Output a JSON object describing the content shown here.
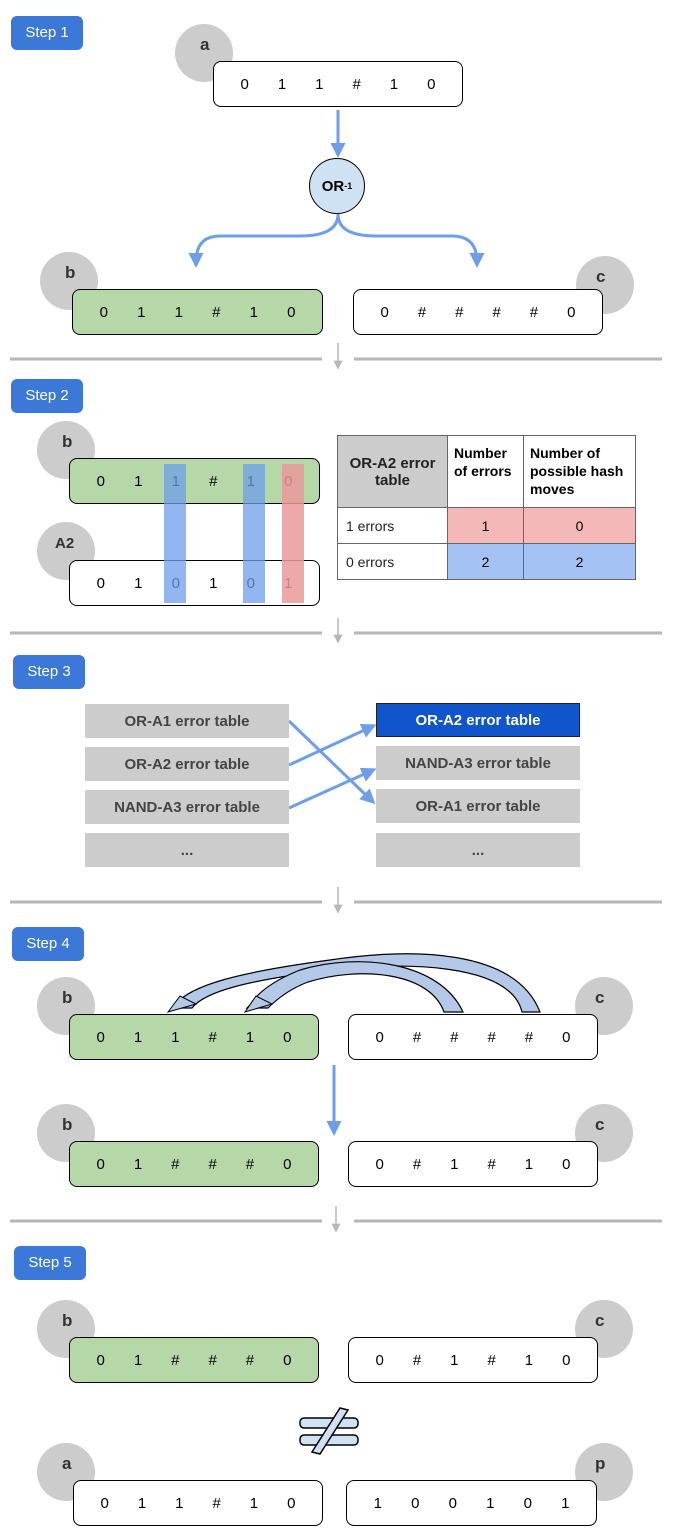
{
  "steps": [
    "Step 1",
    "Step 2",
    "Step 3",
    "Step 4",
    "Step 5"
  ],
  "labels": {
    "a": "a",
    "b": "b",
    "c": "c",
    "a2": "A2",
    "p": "p"
  },
  "operator": {
    "base": "OR",
    "exponent": "-1"
  },
  "step1": {
    "a": [
      "0",
      "1",
      "1",
      "#",
      "1",
      "0"
    ],
    "b": [
      "0",
      "1",
      "1",
      "#",
      "1",
      "0"
    ],
    "c": [
      "0",
      "#",
      "#",
      "#",
      "#",
      "0"
    ]
  },
  "step2": {
    "b": [
      "0",
      "1",
      "1",
      "#",
      "1",
      "0"
    ],
    "a2": [
      "0",
      "1",
      "0",
      "1",
      "0",
      "1"
    ],
    "table": {
      "title": "OR-A2 error table",
      "col1": "Number of errors",
      "col2": "Number of possible hash moves",
      "rows": [
        {
          "label": "1 errors",
          "errors": "1",
          "moves": "0"
        },
        {
          "label": "0 errors",
          "errors": "2",
          "moves": "2"
        }
      ]
    }
  },
  "step3": {
    "left": [
      "OR-A1 error table",
      "OR-A2 error table",
      "NAND-A3 error table",
      "..."
    ],
    "right": [
      "OR-A2 error table",
      "NAND-A3 error table",
      "OR-A1 error table",
      "..."
    ]
  },
  "step4": {
    "b_before": [
      "0",
      "1",
      "1",
      "#",
      "1",
      "0"
    ],
    "c_before": [
      "0",
      "#",
      "#",
      "#",
      "#",
      "0"
    ],
    "b_after": [
      "0",
      "1",
      "#",
      "#",
      "#",
      "0"
    ],
    "c_after": [
      "0",
      "#",
      "1",
      "#",
      "1",
      "0"
    ]
  },
  "step5": {
    "b": [
      "0",
      "1",
      "#",
      "#",
      "#",
      "0"
    ],
    "c": [
      "0",
      "#",
      "1",
      "#",
      "1",
      "0"
    ],
    "a": [
      "0",
      "1",
      "1",
      "#",
      "1",
      "0"
    ],
    "p": [
      "1",
      "0",
      "0",
      "1",
      "0",
      "1"
    ]
  },
  "colors": {
    "step_badge": "#3b78d8",
    "arrow": "#6d9eeb",
    "green_box": "#b6d7a8",
    "selected_table": "#1155cc",
    "error_pink": "#f4b8b8",
    "error_blue": "#a4c2f4"
  }
}
